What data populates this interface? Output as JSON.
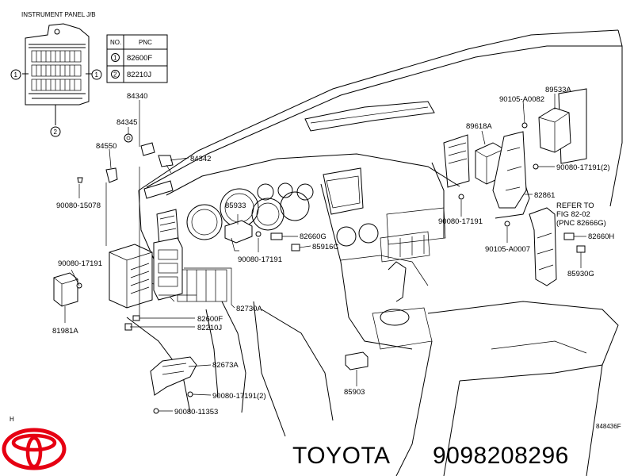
{
  "inset": {
    "title": "INSTRUMENT PANEL J/B",
    "table_headers": [
      "NO.",
      "PNC"
    ],
    "rows": [
      {
        "no": "1",
        "pnc": "82600F"
      },
      {
        "no": "2",
        "pnc": "82210J"
      }
    ],
    "callouts": [
      "1",
      "1",
      "2"
    ]
  },
  "labels": {
    "l84340": "84340",
    "l84345": "84345",
    "l84550": "84550",
    "l84342": "84342",
    "l90080_15078": "90080-15078",
    "l85933": "85933",
    "l82660G": "82660G",
    "l85916C": "85916C",
    "l90080_17191a": "90080-17191",
    "l90080_17191b": "90080-17191",
    "l81981A": "81981A",
    "l82730A": "82730A",
    "l82600F": "82600F",
    "l82210J": "82210J",
    "l82673A": "82673A",
    "l90080_17191_2a": "90080-17191(2)",
    "l90080_11353": "90080-11353",
    "l85903": "85903",
    "l90105_A0082": "90105-A0082",
    "l89533A": "89533A",
    "l89618A": "89618A",
    "l90080_17191_2b": "90080-17191(2)",
    "l82861": "82861",
    "l90080_17191c": "90080-17191",
    "refer1": "REFER TO",
    "refer2": "FIG 82-02",
    "refer3": "(PNC 82666G)",
    "l90105_A0007": "90105-A0007",
    "l82660H": "82660H",
    "l85930G": "85930G",
    "h_mark": "H",
    "fig_code": "848436F"
  },
  "brand": {
    "logo": "toyota-logo",
    "name": "TOYOTA",
    "part_number": "9098208296",
    "logo_color": "#e60012"
  }
}
